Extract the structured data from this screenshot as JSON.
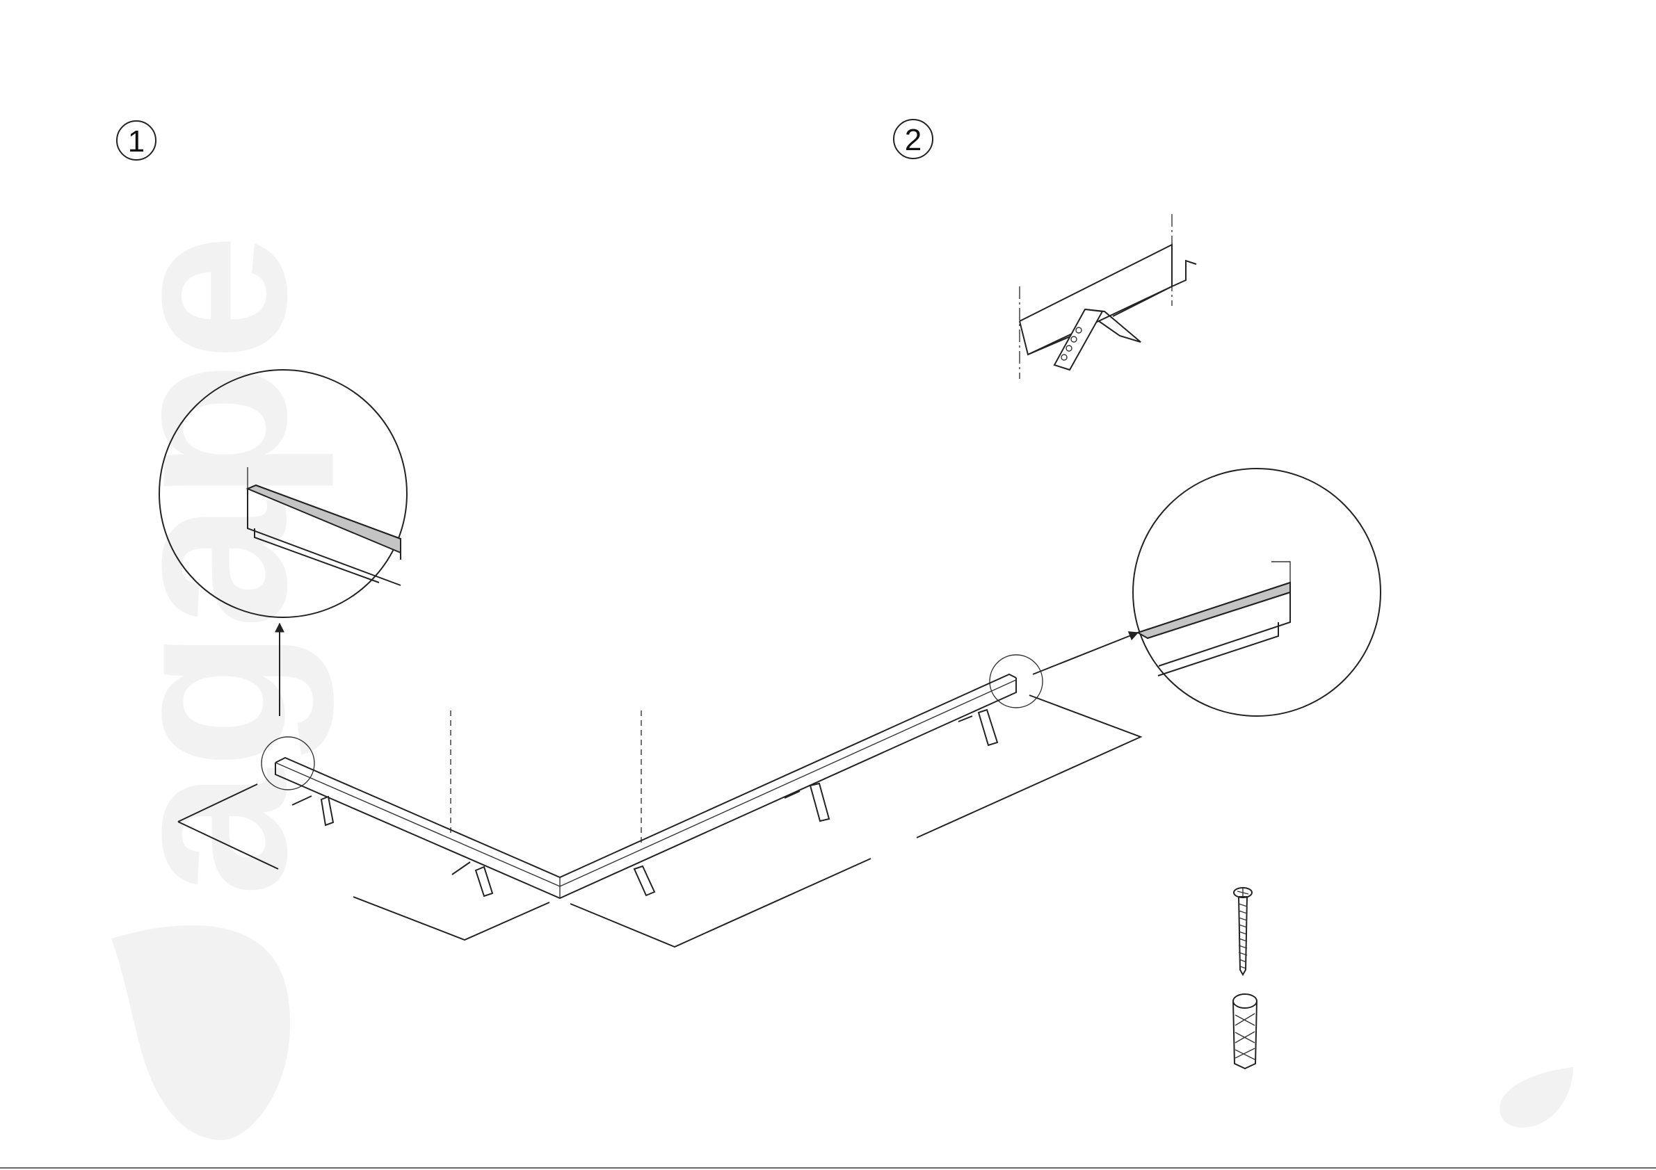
{
  "watermark": {
    "text": "agape",
    "color": "#f2f2f2"
  },
  "steps": [
    {
      "label": "1"
    },
    {
      "label": "2"
    }
  ],
  "colors": {
    "line": "#222222",
    "shade": "#c4c4c4",
    "background": "#ffffff"
  }
}
